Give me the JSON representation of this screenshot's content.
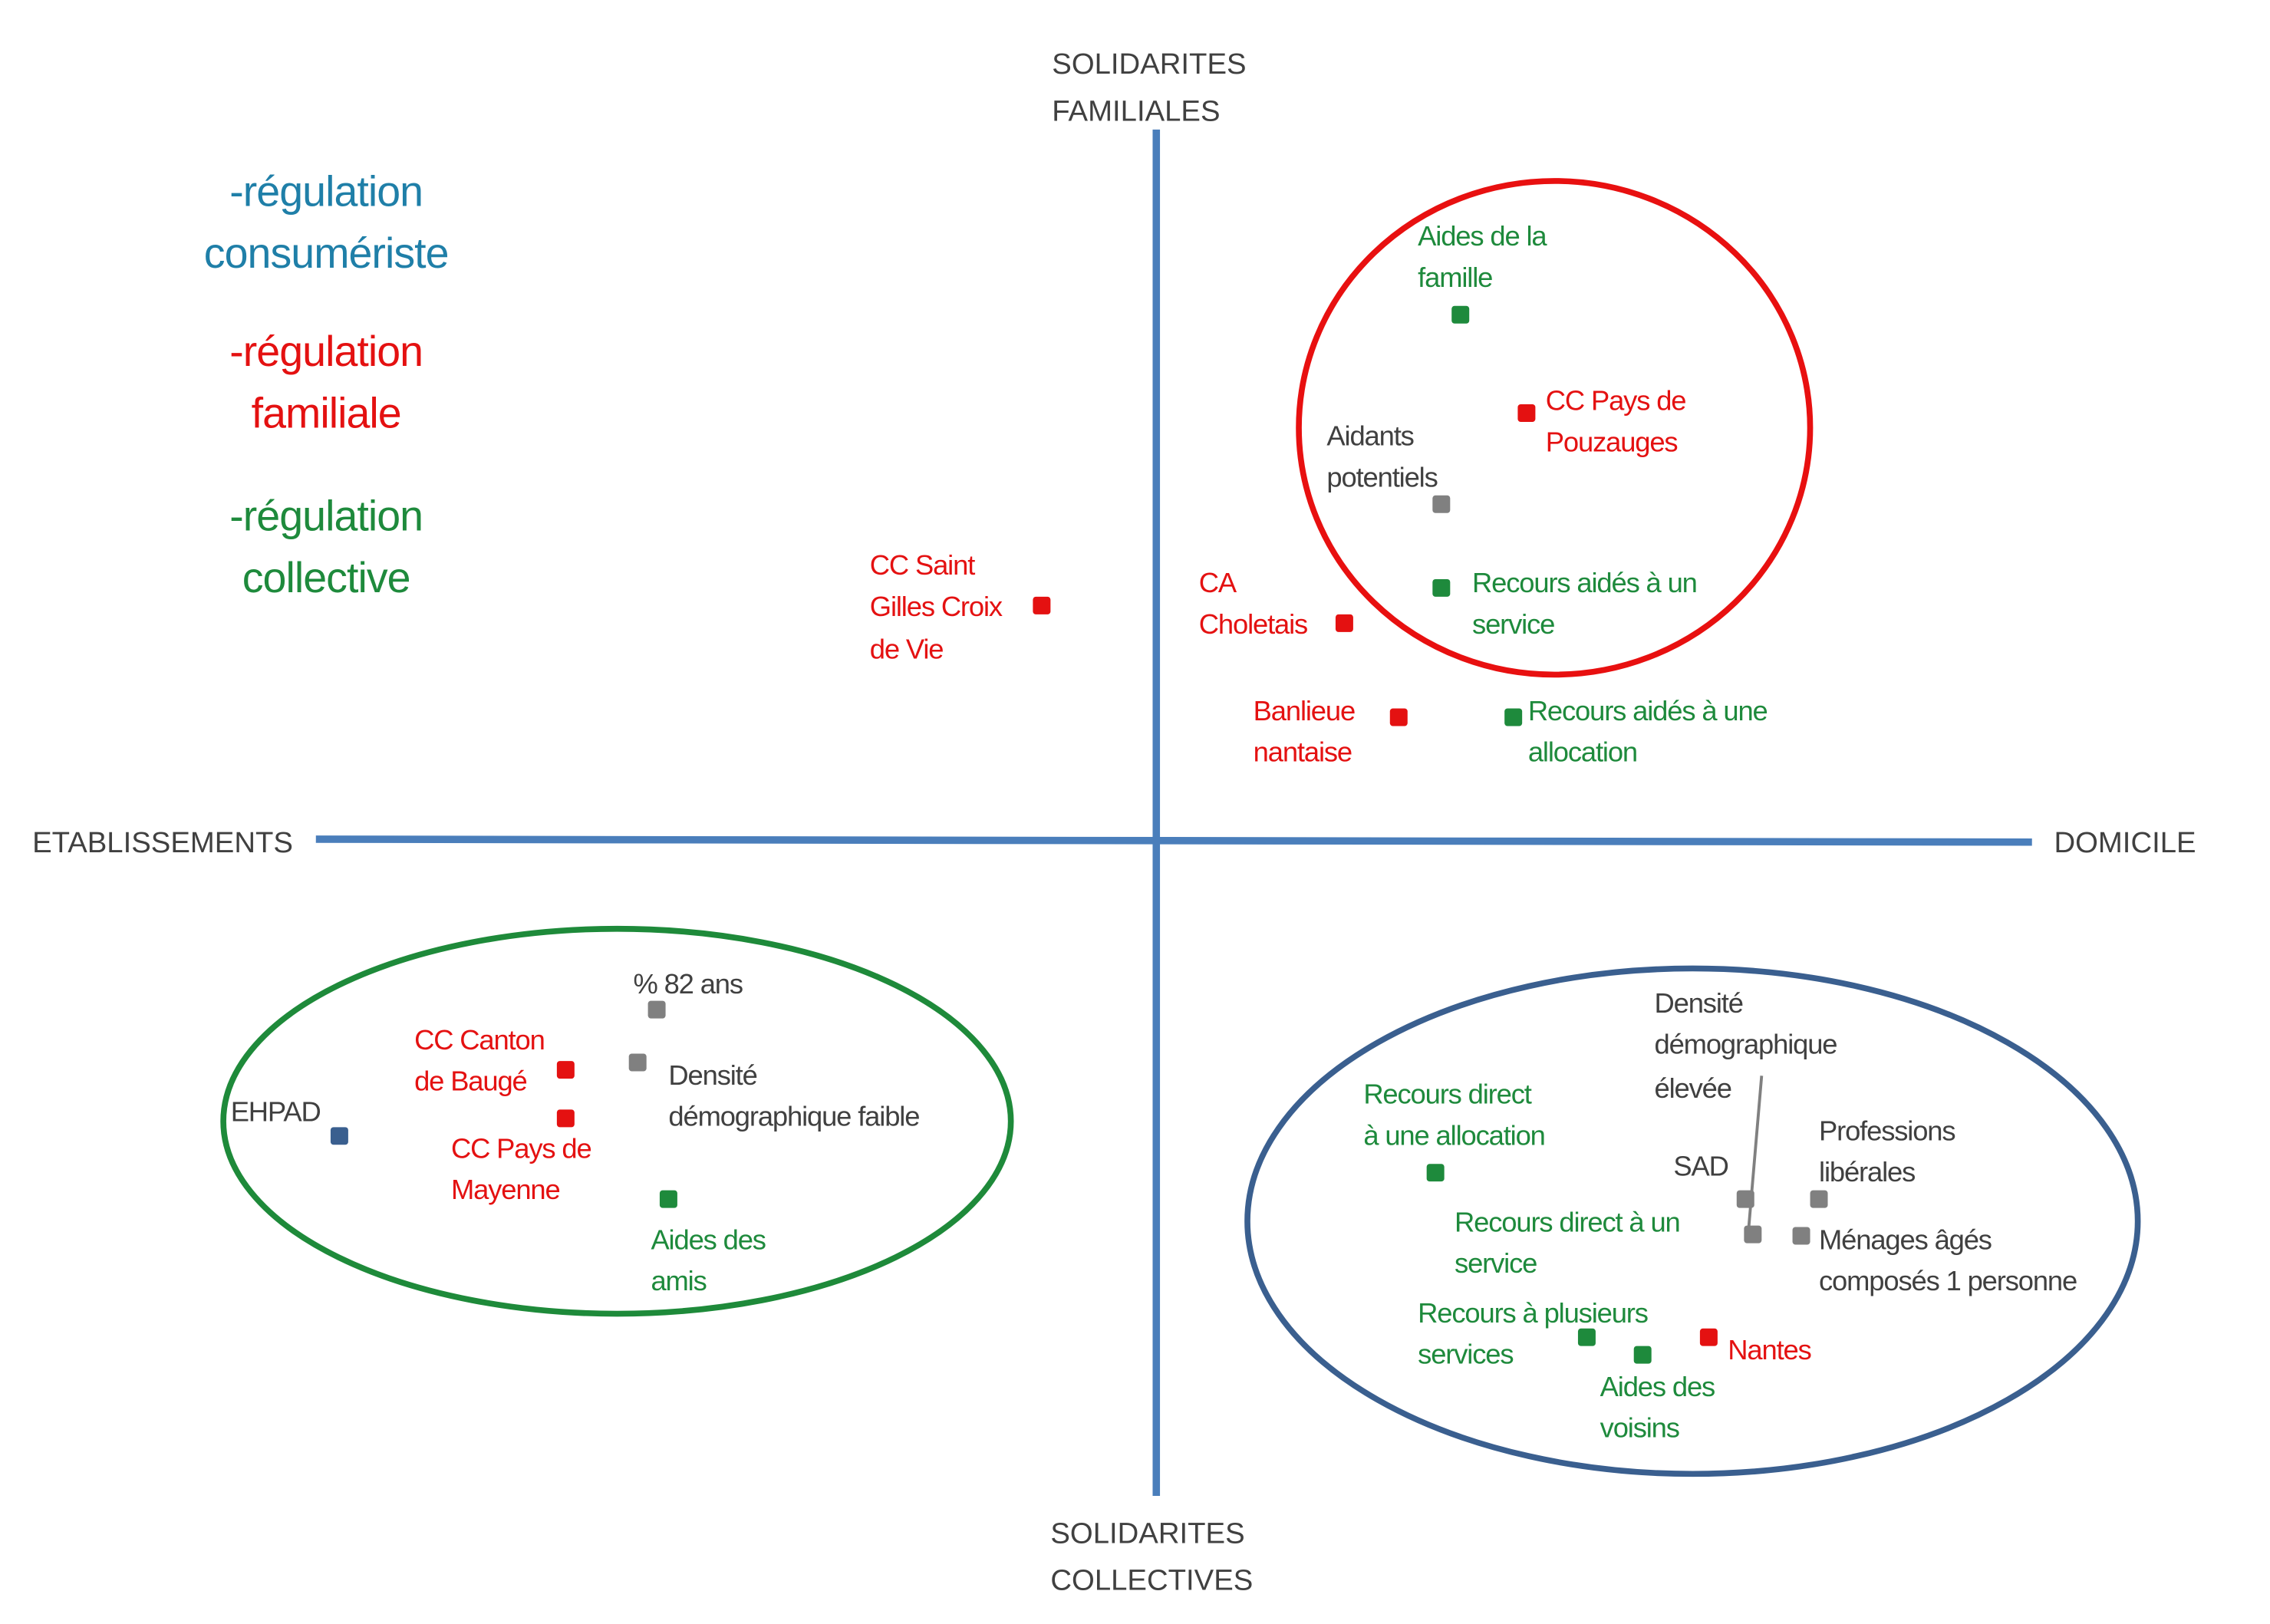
{
  "colors": {
    "axis": "#4a7ebb",
    "familiale": "#e41111",
    "collective": "#1e8a3c",
    "consumeriste": "#1f7fa8",
    "neutral": "#808080",
    "blue_group": "#3a5f8f"
  },
  "axes": {
    "top": [
      "SOLIDARITES",
      "FAMILIALES"
    ],
    "bottom": [
      "SOLIDARITES",
      "COLLECTIVES"
    ],
    "left": "ETABLISSEMENTS",
    "right": "DOMICILE"
  },
  "legend": {
    "consumeriste": [
      "-régulation",
      "consumériste"
    ],
    "familiale": [
      "-régulation",
      "familiale"
    ],
    "collective": [
      "-régulation",
      "collective"
    ]
  },
  "labels": {
    "aides_famille": [
      "Aides de la",
      "famille"
    ],
    "cc_pouzauges": [
      "CC Pays de",
      "Pouzauges"
    ],
    "aidants": [
      "Aidants",
      "potentiels"
    ],
    "recours_aides_service": [
      "Recours aidés à un",
      "service"
    ],
    "cc_saint_gilles": [
      "CC Saint",
      "Gilles Croix",
      "de Vie"
    ],
    "ca_choletais": [
      "CA",
      "Choletais"
    ],
    "banlieue": [
      "Banlieue",
      "nantaise"
    ],
    "recours_aides_allocation": [
      "Recours aidés à une",
      "allocation"
    ],
    "pct82": "% 82 ans",
    "cc_bauge": [
      "CC Canton",
      "de Baugé"
    ],
    "densite_faible": [
      "Densité",
      "démographique faible"
    ],
    "ehpad": "EHPAD",
    "cc_mayenne": [
      "CC Pays de",
      "Mayenne"
    ],
    "aides_amis": [
      "Aides des",
      "amis"
    ],
    "densite_elevee": [
      "Densité",
      "démographique",
      "élevée"
    ],
    "recours_direct_allocation": [
      "Recours direct",
      "à une allocation"
    ],
    "sad": "SAD",
    "professions": [
      "Professions",
      "libérales"
    ],
    "recours_direct_service": [
      "Recours direct à un",
      "service"
    ],
    "menages": [
      "Ménages âgés",
      "composés 1 personne"
    ],
    "recours_plusieurs": [
      "Recours à plusieurs",
      "services"
    ],
    "nantes": "Nantes",
    "aides_voisins": [
      "Aides des",
      "voisins"
    ]
  }
}
